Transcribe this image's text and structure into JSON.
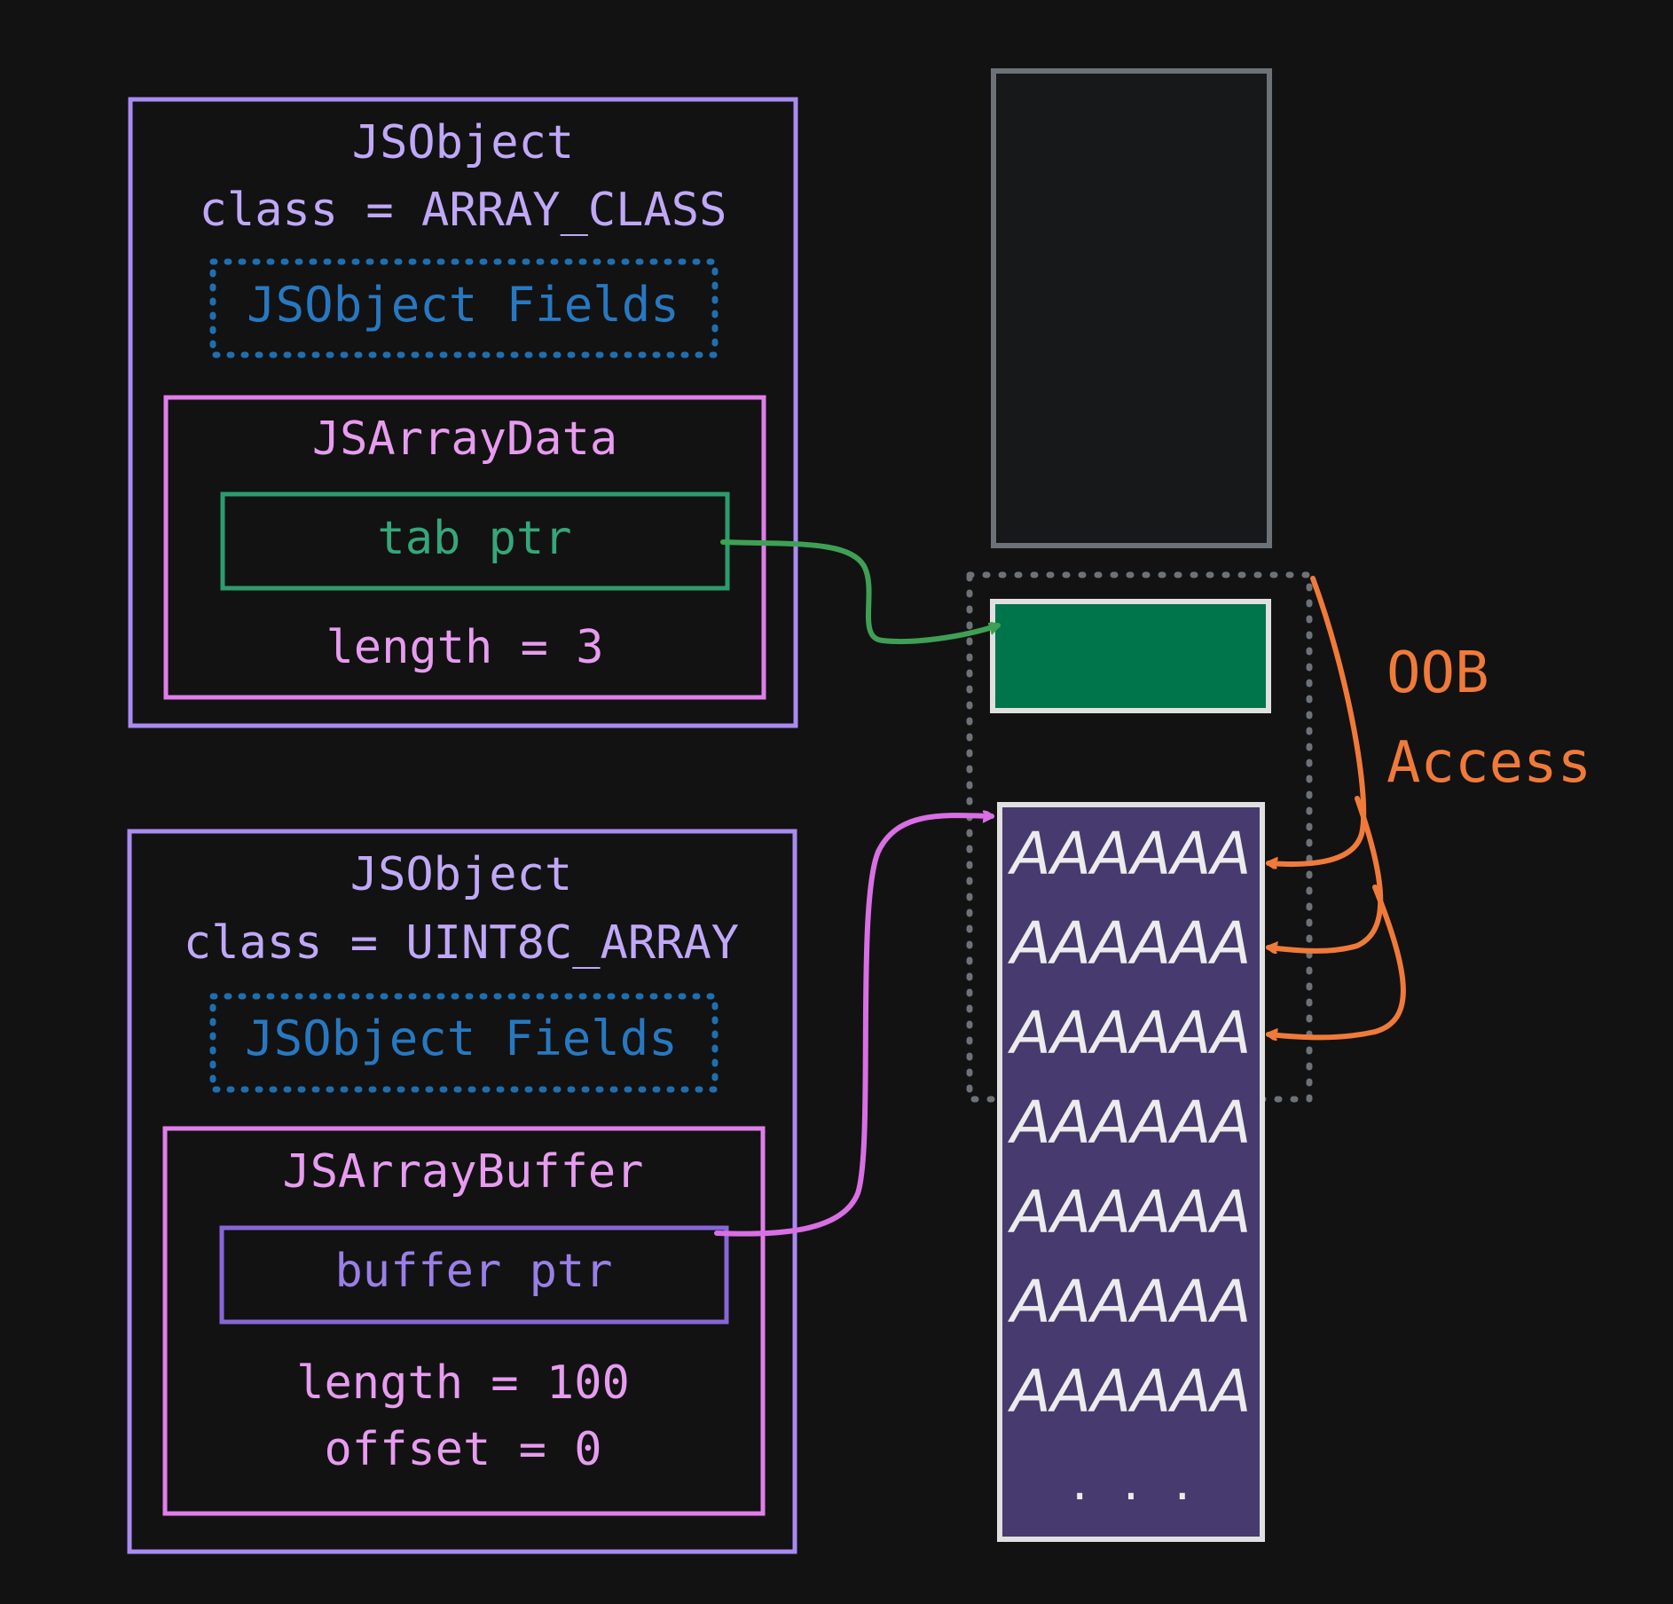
{
  "colors": {
    "background": "#121212",
    "object_border": "#a98bf2",
    "object_text": "#c0a8f8",
    "fields_border": "#1f6fb0",
    "fields_text": "#2778c0",
    "data_border": "#e07fe9",
    "data_text": "#e79cf0",
    "tab_ptr_border": "#2c9c6e",
    "tab_ptr_text": "#35a77a",
    "buffer_ptr_border": "#8667d8",
    "buffer_ptr_text": "#9a7fe8",
    "memory_block_fill": "#17181a",
    "memory_block_border": "#6c7277",
    "tab_block_fill": "#00744a",
    "buffer_block_fill": "#463a6e",
    "buffer_text": "#ececec",
    "region_border": "#6c7277",
    "green_arrow": "#3fa055",
    "magenta_arrow": "#d96fe4",
    "oob": "#f07a3a"
  },
  "array_object": {
    "title": "JSObject",
    "class_line": "class = ARRAY_CLASS",
    "fields_label": "JSObject Fields",
    "data": {
      "title": "JSArrayData",
      "ptr_label": "tab ptr",
      "length_line": "length = 3"
    }
  },
  "typed_array_object": {
    "title": "JSObject",
    "class_line": "class = UINT8C_ARRAY",
    "fields_label": "JSObject Fields",
    "buffer": {
      "title": "JSArrayBuffer",
      "ptr_label": "buffer ptr",
      "length_line": "length = 100",
      "offset_line": "offset = 0"
    }
  },
  "buffer_memory": {
    "rows": [
      "AAAAAA",
      "AAAAAA",
      "AAAAAA",
      "AAAAAA",
      "AAAAAA",
      "AAAAAA",
      "AAAAAA"
    ],
    "ellipsis": ". . ."
  },
  "oob_label": {
    "line1": "OOB",
    "line2": "Access"
  }
}
